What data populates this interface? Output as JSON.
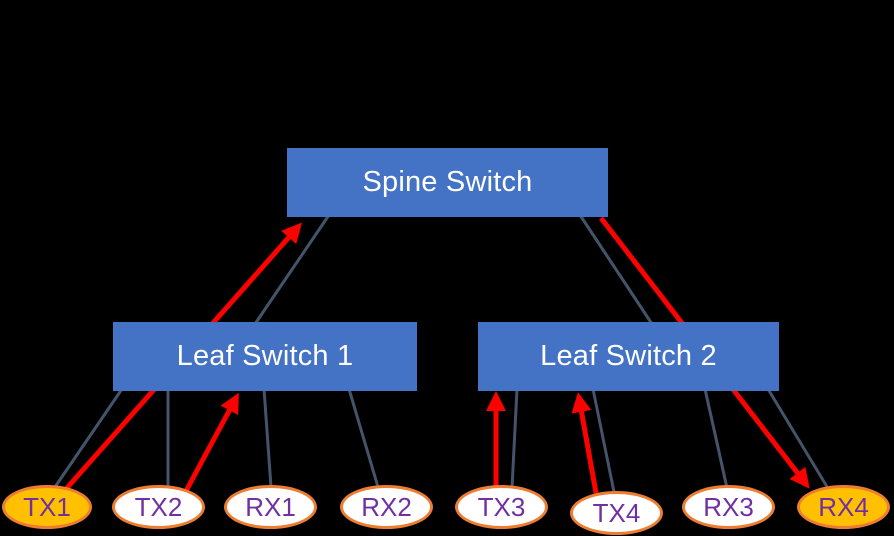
{
  "diagram": {
    "type": "network-topology",
    "background": "#000000",
    "colors": {
      "switch_fill": "#4472C4",
      "switch_text": "#FFFFFF",
      "endpoint_border": "#ED7D31",
      "endpoint_fill_highlighted": "#FFC000",
      "endpoint_fill_normal": "#FFFFFF",
      "endpoint_text": "#7030A0",
      "link_idle": "#44546A",
      "link_active": "#FF0000"
    },
    "switches": {
      "spine": {
        "label": "Spine Switch"
      },
      "leaf1": {
        "label": "Leaf Switch 1"
      },
      "leaf2": {
        "label": "Leaf Switch 2"
      }
    },
    "endpoints": [
      {
        "id": "tx1",
        "label": "TX1",
        "highlighted": true,
        "fill": "#FFC000",
        "attached_to": "leaf1"
      },
      {
        "id": "tx2",
        "label": "TX2",
        "highlighted": false,
        "fill": "#FFFFFF",
        "attached_to": "leaf1"
      },
      {
        "id": "rx1",
        "label": "RX1",
        "highlighted": false,
        "fill": "#FFFFFF",
        "attached_to": "leaf1"
      },
      {
        "id": "rx2",
        "label": "RX2",
        "highlighted": false,
        "fill": "#FFFFFF",
        "attached_to": "leaf1"
      },
      {
        "id": "tx3",
        "label": "TX3",
        "highlighted": false,
        "fill": "#FFFFFF",
        "attached_to": "leaf2"
      },
      {
        "id": "tx4",
        "label": "TX4",
        "highlighted": false,
        "fill": "#FFFFFF",
        "attached_to": "leaf2"
      },
      {
        "id": "rx3",
        "label": "RX3",
        "highlighted": false,
        "fill": "#FFFFFF",
        "attached_to": "leaf2"
      },
      {
        "id": "rx4",
        "label": "RX4",
        "highlighted": true,
        "fill": "#FFC000",
        "attached_to": "leaf2"
      }
    ],
    "links": {
      "idle_links": [
        {
          "from": "tx1",
          "to": "leaf1"
        },
        {
          "from": "tx2",
          "to": "leaf1"
        },
        {
          "from": "rx1",
          "to": "leaf1"
        },
        {
          "from": "rx2",
          "to": "leaf1"
        },
        {
          "from": "leaf1",
          "to": "spine"
        },
        {
          "from": "tx3",
          "to": "leaf2"
        },
        {
          "from": "tx4",
          "to": "leaf2"
        },
        {
          "from": "rx3",
          "to": "leaf2"
        },
        {
          "from": "rx4",
          "to": "leaf2"
        },
        {
          "from": "leaf2",
          "to": "spine"
        }
      ],
      "active_arrows": [
        {
          "from": "tx1",
          "to": "spine"
        },
        {
          "from": "tx2",
          "to": "leaf1"
        },
        {
          "from": "tx3",
          "to": "leaf2"
        },
        {
          "from": "tx4",
          "to": "leaf2"
        },
        {
          "from": "spine",
          "to": "rx4"
        }
      ]
    }
  }
}
